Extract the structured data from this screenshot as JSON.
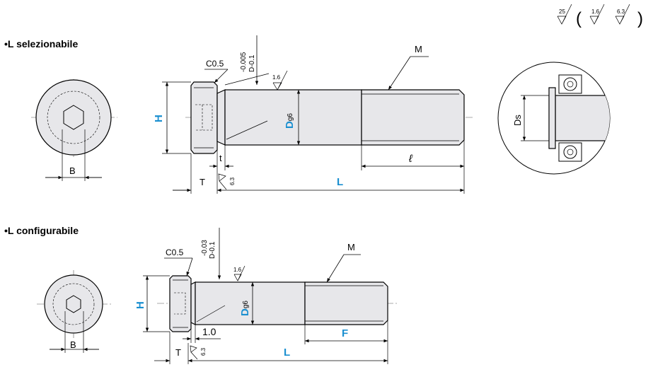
{
  "roughness": {
    "main": "25",
    "alt1": "1.6",
    "alt2": "6.3",
    "open_paren": "(",
    "close_paren": ")"
  },
  "section1": {
    "title": "•L selezionabile",
    "chamfer": "C0.5",
    "tol_upper": "-0.005",
    "tol_lower": "D-0.1",
    "thread": "M",
    "rough_a": "1.6",
    "rough_b": "6.3",
    "dim_H": "H",
    "dim_D": "D",
    "dim_D_sub": "g6",
    "dim_t": "t",
    "dim_T": "T",
    "dim_L": "L",
    "dim_l": "ℓ",
    "dim_B": "B",
    "dim_Ds": "Ds"
  },
  "section2": {
    "title": "•L configurabile",
    "chamfer": "C0.5",
    "tol_upper": "-0.03",
    "tol_lower": "D-0.1",
    "thread": "M",
    "rough_a": "1.6",
    "rough_b": "6.3",
    "dim_H": "H",
    "dim_D": "D",
    "dim_D_sub": "g6",
    "dim_t": "1.0",
    "dim_T": "T",
    "dim_L": "L",
    "dim_F": "F",
    "dim_B": "B"
  },
  "colors": {
    "accent": "#1a8fd0",
    "part_fill": "#e7e7ea"
  }
}
